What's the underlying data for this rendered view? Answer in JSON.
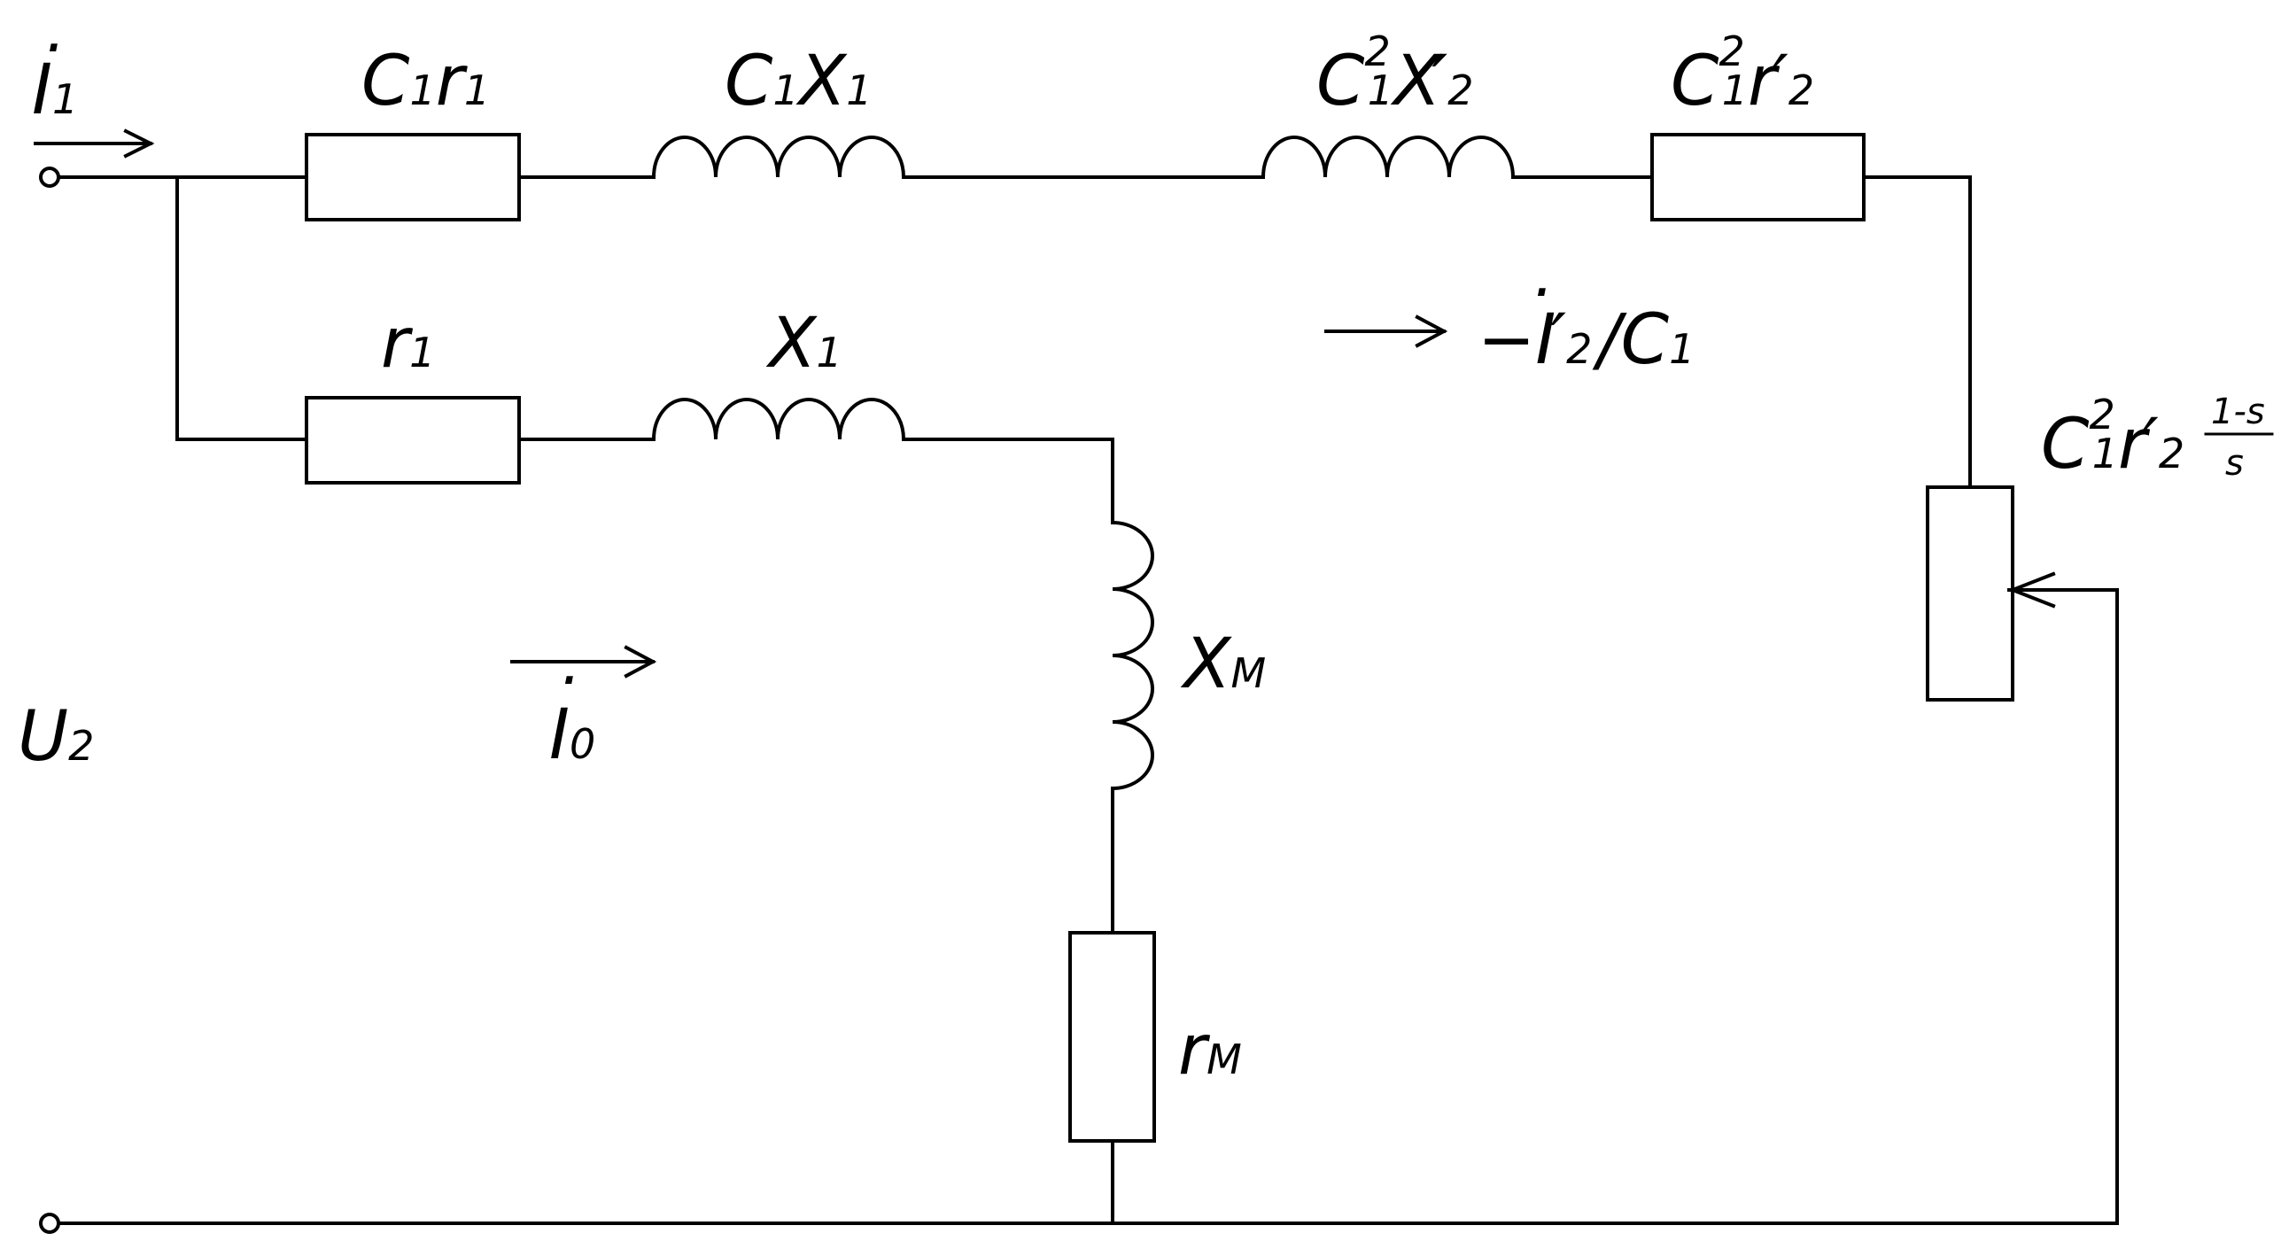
{
  "labels": {
    "i1": {
      "dot": "·",
      "main": "I",
      "sub": "1"
    },
    "c1r1": {
      "c": "C",
      "csub": "1",
      "m": "r",
      "msub": "1"
    },
    "c1x1": {
      "c": "C",
      "csub": "1",
      "m": "X",
      "msub": "1"
    },
    "c12x2p": {
      "c": "C",
      "sup": "2",
      "sub": "1",
      "m": "X",
      "prime": "′",
      "msub": "2"
    },
    "c12r2p": {
      "c": "C",
      "sup": "2",
      "sub": "1",
      "m": "r",
      "prime": "′",
      "msub": "2"
    },
    "r1": {
      "m": "r",
      "msub": "1"
    },
    "x1": {
      "m": "X",
      "msub": "1"
    },
    "i2": {
      "minus": "−",
      "dot": "·",
      "main": "I",
      "prime": "′",
      "msub": "2",
      "slash": "/",
      "c": "C",
      "csub": "1"
    },
    "load": {
      "c": "C",
      "sup": "2",
      "sub": "1",
      "m": "r",
      "prime": "′",
      "msub": "2",
      "num": "1-s",
      "den": "s"
    },
    "xm": {
      "m": "X",
      "msub": "M"
    },
    "rm": {
      "m": "r",
      "msub": "M"
    },
    "i0": {
      "dot": "·",
      "main": "I",
      "sub": "0"
    },
    "u2": {
      "main": "U",
      "sub": "2"
    }
  }
}
